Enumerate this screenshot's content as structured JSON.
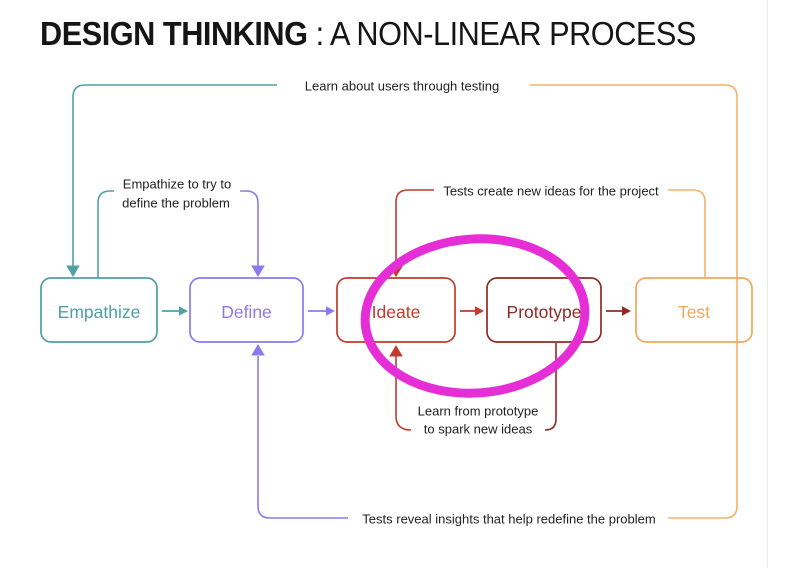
{
  "title": {
    "emphasis": "DESIGN THINKING",
    "rest": " : A NON-LINEAR PROCESS"
  },
  "colors": {
    "teal": "#4fa1a6",
    "purple": "#8b7aec",
    "red": "#c23b2e",
    "maroon": "#8e2b24",
    "orange": "#f3b26b",
    "magenta": "#e62ed6",
    "label_text": "#222222",
    "edge_line": "#ececec"
  },
  "stages": [
    {
      "label": "Empathize",
      "color": "#4f9fa2"
    },
    {
      "label": "Define",
      "color": "#8b7aec"
    },
    {
      "label": "Ideate",
      "color": "#c23b2e"
    },
    {
      "label": "Prototype",
      "color": "#8e2b24"
    },
    {
      "label": "Test",
      "color": "#f0a85c"
    }
  ],
  "annotations": {
    "learn_users": {
      "text": "Learn about users through testing"
    },
    "empathize_define": {
      "lines": [
        "Empathize to try to",
        "define the problem"
      ]
    },
    "tests_create": {
      "text": "Tests create new ideas for the project"
    },
    "learn_prototype": {
      "lines": [
        "Learn from prototype",
        "to spark new ideas"
      ]
    },
    "tests_reveal": {
      "text": "Tests reveal insights that help redefine the problem"
    }
  },
  "highlight": {
    "color": "#e62ed6"
  }
}
